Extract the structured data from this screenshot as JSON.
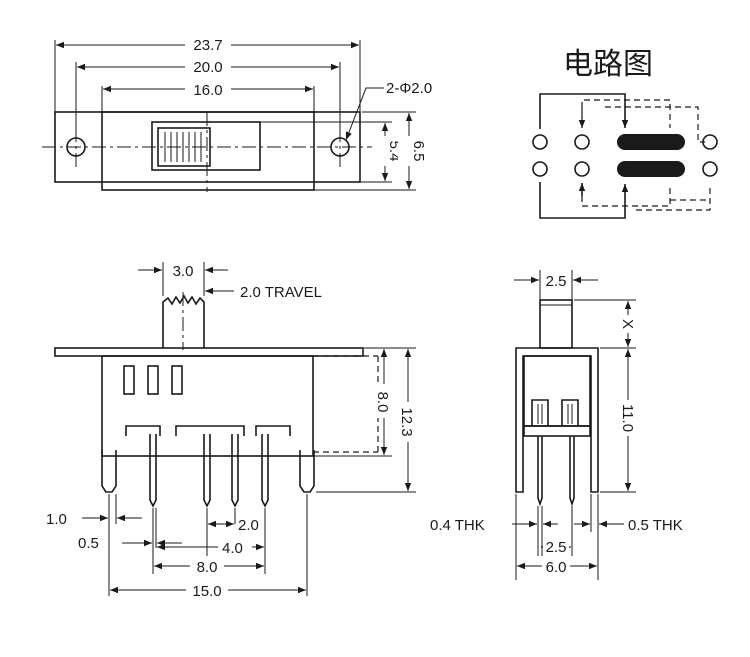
{
  "top_view": {
    "dim_overall": "23.7",
    "dim_hole_pitch": "20.0",
    "dim_housing": "16.0",
    "dim_holes": "2-Φ2.0",
    "dim_inner_height": "5.4",
    "dim_outer_height": "6.5"
  },
  "circuit": {
    "title": "电路图"
  },
  "front_view": {
    "dim_actuator_width": "3.0",
    "travel_label": "2.0 TRAVEL",
    "dim_body_height": "8.0",
    "dim_total_height": "12.3",
    "dim_frame_tab": "1.0",
    "dim_pin_width": "0.5",
    "dim_pin_pitch": "2.0",
    "dim_pin_span_4": "4.0",
    "dim_pin_span_8": "8.0",
    "dim_overall_width": "15.0"
  },
  "side_view": {
    "dim_actuator_width": "2.5",
    "dim_actuator_height": "X",
    "dim_body_height": "11.0",
    "dim_pin_thickness": "0.4 THK",
    "dim_frame_thickness": "0.5 THK",
    "dim_pin_pitch": "2.5",
    "dim_overall_depth": "6.0"
  }
}
